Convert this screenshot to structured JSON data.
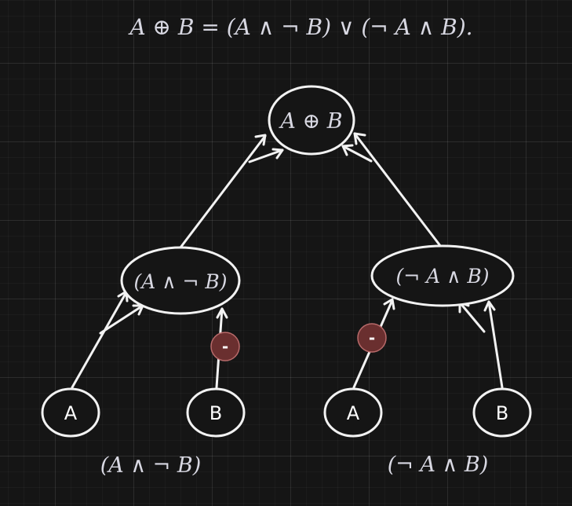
{
  "formula": "A ⊕ B = (A ∧ ¬ B) ∨ (¬ A ∧ B).",
  "nodes": {
    "root": "A ⊕ B",
    "left": "(A ∧ ¬ B)",
    "right": "(¬ A ∧ B)",
    "leaf_a_left": "A",
    "leaf_b_left": "B",
    "leaf_a_right": "A",
    "leaf_b_right": "B"
  },
  "badges": {
    "left_negation": "-",
    "right_negation": "-"
  },
  "captions": {
    "left": "(A ∧ ¬ B)",
    "right": "(¬ A ∧ B)"
  }
}
